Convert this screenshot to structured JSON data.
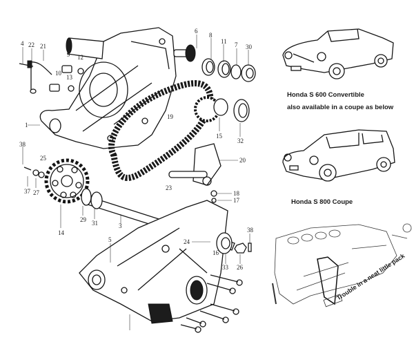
{
  "diagram": {
    "title": "Honda S600/S800 chain-drive final reduction case — exploded view",
    "background_color": "#ffffff",
    "ink_color": "#151515",
    "part_numbers": [
      {
        "id": "p4",
        "label": "4"
      },
      {
        "id": "p22",
        "label": "22"
      },
      {
        "id": "p21",
        "label": "21"
      },
      {
        "id": "p9",
        "label": "9"
      },
      {
        "id": "p12",
        "label": "12"
      },
      {
        "id": "p10",
        "label": "10"
      },
      {
        "id": "p13",
        "label": "13"
      },
      {
        "id": "p1",
        "label": "1"
      },
      {
        "id": "p6",
        "label": "6"
      },
      {
        "id": "p8",
        "label": "8"
      },
      {
        "id": "p11",
        "label": "11"
      },
      {
        "id": "p7",
        "label": "7"
      },
      {
        "id": "p30",
        "label": "30"
      },
      {
        "id": "p19",
        "label": "19"
      },
      {
        "id": "p15",
        "label": "15"
      },
      {
        "id": "p32",
        "label": "32"
      },
      {
        "id": "p20",
        "label": "20"
      },
      {
        "id": "p23",
        "label": "23"
      },
      {
        "id": "p18",
        "label": "18"
      },
      {
        "id": "p17",
        "label": "17"
      },
      {
        "id": "p38a",
        "label": "38"
      },
      {
        "id": "p25",
        "label": "25"
      },
      {
        "id": "p37",
        "label": "37"
      },
      {
        "id": "p27",
        "label": "27"
      },
      {
        "id": "p29",
        "label": "29"
      },
      {
        "id": "p31",
        "label": "31"
      },
      {
        "id": "p3",
        "label": "3"
      },
      {
        "id": "p14",
        "label": "14"
      },
      {
        "id": "p5",
        "label": "5"
      },
      {
        "id": "p24",
        "label": "24"
      },
      {
        "id": "p16",
        "label": "16"
      },
      {
        "id": "p33",
        "label": "33"
      },
      {
        "id": "p26",
        "label": "26"
      },
      {
        "id": "p38b",
        "label": "38"
      }
    ]
  },
  "captions": {
    "convertible": "Honda S 600 Convertible",
    "coupe_note": "also available in a coupe as below",
    "coupe": "Honda S 800 Coupe",
    "engine": "Trouble in a neat little pack"
  }
}
